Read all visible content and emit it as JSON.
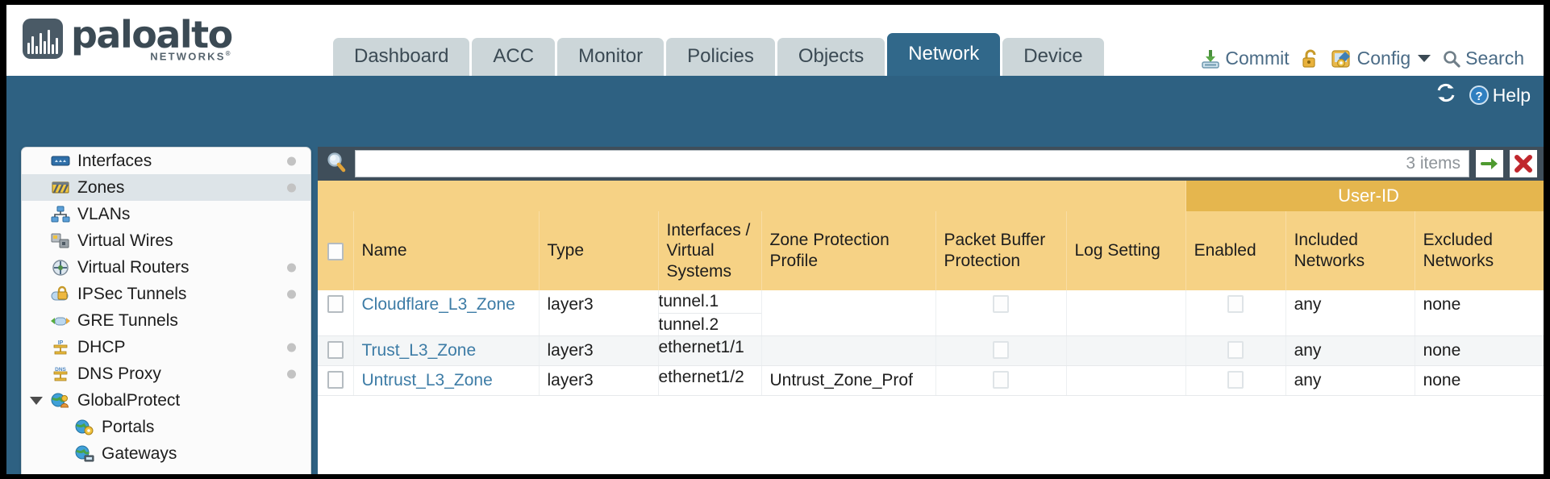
{
  "brand": {
    "name": "paloalto",
    "tagline": "NETWORKS",
    "registered": "®"
  },
  "tabs": [
    {
      "label": "Dashboard",
      "active": false
    },
    {
      "label": "ACC",
      "active": false
    },
    {
      "label": "Monitor",
      "active": false
    },
    {
      "label": "Policies",
      "active": false
    },
    {
      "label": "Objects",
      "active": false
    },
    {
      "label": "Network",
      "active": true
    },
    {
      "label": "Device",
      "active": false
    }
  ],
  "header_actions": {
    "commit": "Commit",
    "config": "Config",
    "search": "Search"
  },
  "toolbar": {
    "help": "Help"
  },
  "sidebar": {
    "items": [
      {
        "label": "Interfaces",
        "icon": "interfaces-icon",
        "selected": false,
        "dot": true,
        "child": false,
        "twisty": false
      },
      {
        "label": "Zones",
        "icon": "zones-icon",
        "selected": true,
        "dot": true,
        "child": false,
        "twisty": false
      },
      {
        "label": "VLANs",
        "icon": "vlans-icon",
        "selected": false,
        "dot": false,
        "child": false,
        "twisty": false
      },
      {
        "label": "Virtual Wires",
        "icon": "virtual-wires-icon",
        "selected": false,
        "dot": false,
        "child": false,
        "twisty": false
      },
      {
        "label": "Virtual Routers",
        "icon": "virtual-routers-icon",
        "selected": false,
        "dot": true,
        "child": false,
        "twisty": false
      },
      {
        "label": "IPSec Tunnels",
        "icon": "ipsec-tunnels-icon",
        "selected": false,
        "dot": true,
        "child": false,
        "twisty": false
      },
      {
        "label": "GRE Tunnels",
        "icon": "gre-tunnels-icon",
        "selected": false,
        "dot": false,
        "child": false,
        "twisty": false
      },
      {
        "label": "DHCP",
        "icon": "dhcp-icon",
        "selected": false,
        "dot": true,
        "child": false,
        "twisty": false
      },
      {
        "label": "DNS Proxy",
        "icon": "dns-proxy-icon",
        "selected": false,
        "dot": true,
        "child": false,
        "twisty": false
      },
      {
        "label": "GlobalProtect",
        "icon": "globalprotect-icon",
        "selected": false,
        "dot": false,
        "child": false,
        "twisty": true
      },
      {
        "label": "Portals",
        "icon": "portals-icon",
        "selected": false,
        "dot": false,
        "child": true,
        "twisty": false
      },
      {
        "label": "Gateways",
        "icon": "gateways-icon",
        "selected": false,
        "dot": false,
        "child": true,
        "twisty": false
      }
    ]
  },
  "search": {
    "value": "",
    "placeholder": "",
    "items_count": "3 items"
  },
  "table": {
    "group_header": {
      "userid": "User-ID"
    },
    "columns": [
      "Name",
      "Type",
      "Interfaces / Virtual Systems",
      "Zone Protection Profile",
      "Packet Buffer Protection",
      "Log Setting",
      "Enabled",
      "Included Networks",
      "Excluded Networks"
    ],
    "rows": [
      {
        "selected": false,
        "name": "Cloudflare_L3_Zone",
        "type": "layer3",
        "interfaces": [
          "tunnel.1",
          "tunnel.2"
        ],
        "zone_protection_profile": "",
        "packet_buffer_protection": false,
        "log_setting": "",
        "userid_enabled": false,
        "included_networks": "any",
        "excluded_networks": "none"
      },
      {
        "selected": false,
        "name": "Trust_L3_Zone",
        "type": "layer3",
        "interfaces": [
          "ethernet1/1"
        ],
        "zone_protection_profile": "",
        "packet_buffer_protection": false,
        "log_setting": "",
        "userid_enabled": false,
        "included_networks": "any",
        "excluded_networks": "none"
      },
      {
        "selected": false,
        "name": "Untrust_L3_Zone",
        "type": "layer3",
        "interfaces": [
          "ethernet1/2"
        ],
        "zone_protection_profile": "Untrust_Zone_Prof",
        "packet_buffer_protection": false,
        "log_setting": "",
        "userid_enabled": false,
        "included_networks": "any",
        "excluded_networks": "none"
      }
    ]
  },
  "colors": {
    "header_blue": "#2e6182",
    "active_tab": "#31688a",
    "tab_idle": "#ccd6d9",
    "table_header_yellow": "#f6d285",
    "userid_header": "#e5b64e",
    "link": "#3d7ca6",
    "panel_dark": "#3f4e5a"
  }
}
